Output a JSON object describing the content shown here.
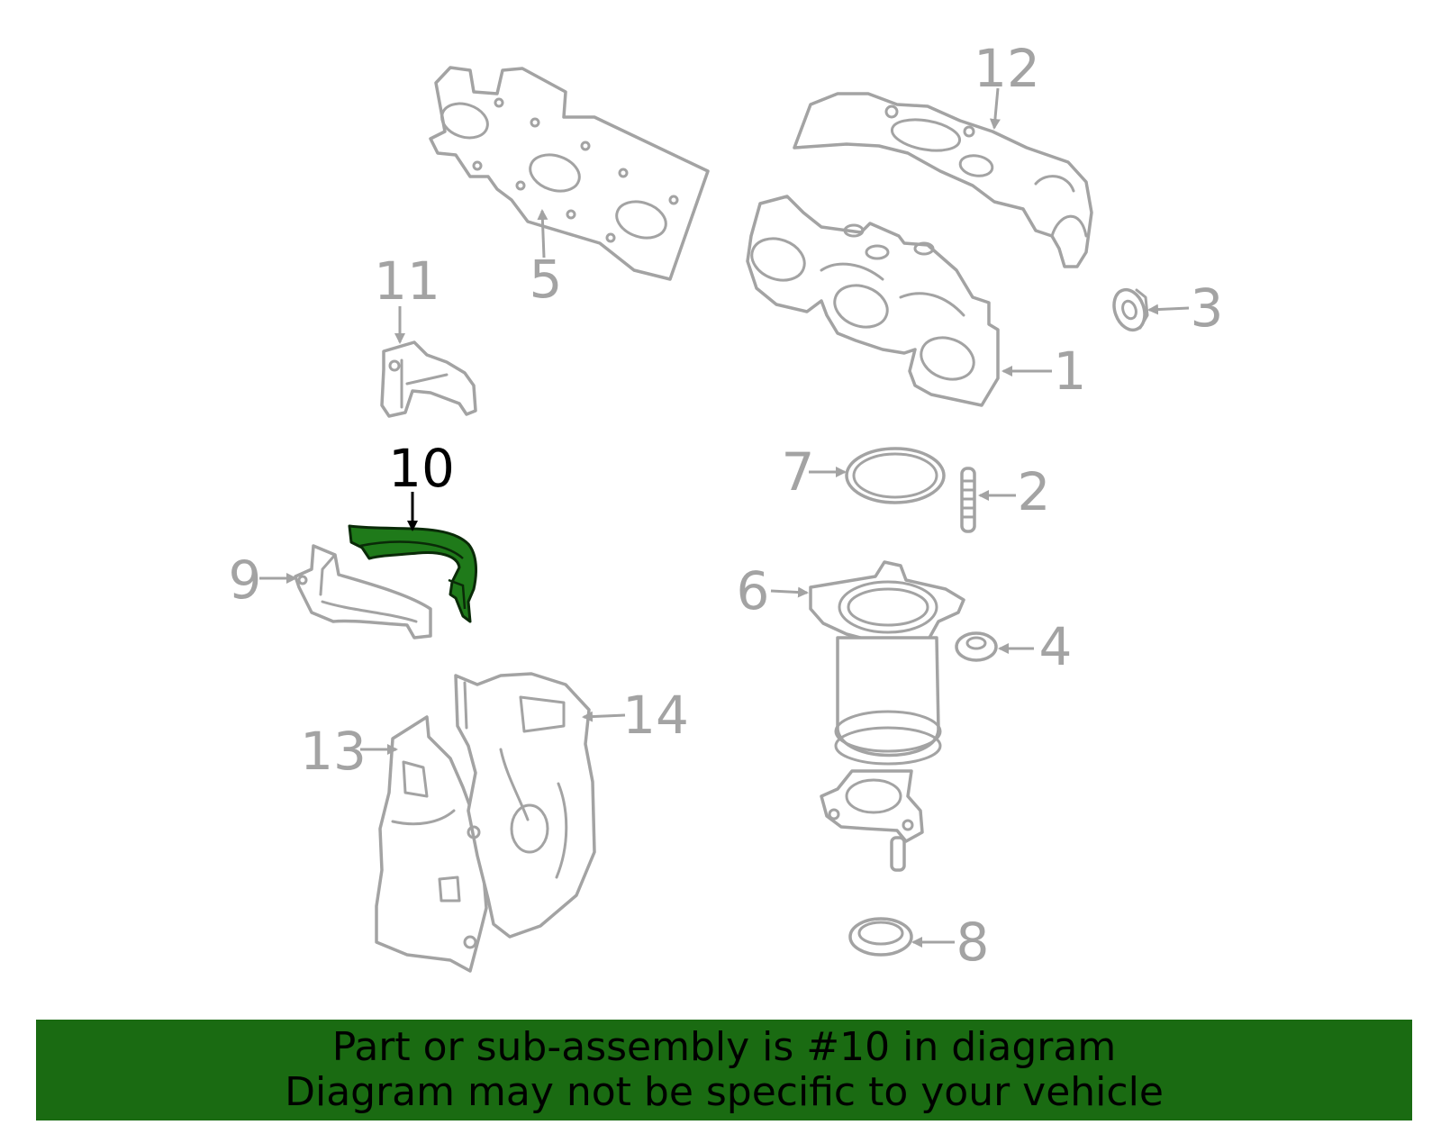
{
  "colors": {
    "part_stroke": "#a3a3a3",
    "label_gray": "#a3a3a3",
    "highlight_fill": "#1f7a1a",
    "highlight_label": "#000000",
    "banner_bg": "#1a6b12"
  },
  "highlighted_part": "10",
  "callouts": {
    "c1": "1",
    "c2": "2",
    "c3": "3",
    "c4": "4",
    "c5": "5",
    "c6": "6",
    "c7": "7",
    "c8": "8",
    "c9": "9",
    "c10": "10",
    "c11": "11",
    "c12": "12",
    "c13": "13",
    "c14": "14"
  },
  "banner": {
    "line1": "Part or sub-assembly is #10 in diagram",
    "line2": "Diagram may not be specific to your vehicle"
  }
}
